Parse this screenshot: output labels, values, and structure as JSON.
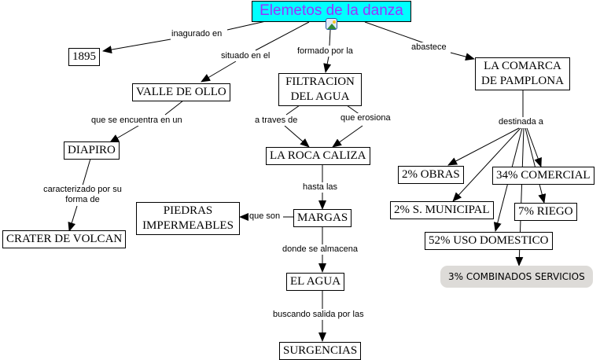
{
  "map": {
    "title": "Elemetos de la danza",
    "title_colors": {
      "background": "#00ffff",
      "text": "#9933ff"
    },
    "attachment_icon": "image-icon",
    "concepts": {
      "year": "1895",
      "valle": "VALLE DE OLLO",
      "filtracion": "FILTRACION DEL AGUA",
      "comarca": "LA COMARCA DE PAMPLONA",
      "diapiro": "DIAPIRO",
      "roca": "LA ROCA CALIZA",
      "piedras": "PIEDRAS IMPERMEABLES",
      "crater": "CRATER DE VOLCAN",
      "margas": "MARGAS",
      "agua": "EL AGUA",
      "surgencias": "SURGENCIAS",
      "obras": "2% OBRAS",
      "comercial": "34% COMERCIAL",
      "municipal": "2% S. MUNICIPAL",
      "riego": "7% RIEGO",
      "domestico": "52% USO DOMESTICO",
      "combinados": "3% COMBINADOS SERVICIOS"
    },
    "linking_phrases": {
      "inagurado": "inagurado en",
      "situado": "situado en el",
      "formado": "formado por la",
      "abastece": "abastece",
      "encuentra": "que se encuentra en un",
      "a_traves": "a traves de",
      "erosiona": "que erosiona",
      "destinada": "destinada a",
      "caracterizado": "caracterizado por su forma de",
      "hasta": "hasta las",
      "que_son": "que son",
      "almacena": "donde se almacena",
      "buscando": "buscando salida por las"
    }
  }
}
